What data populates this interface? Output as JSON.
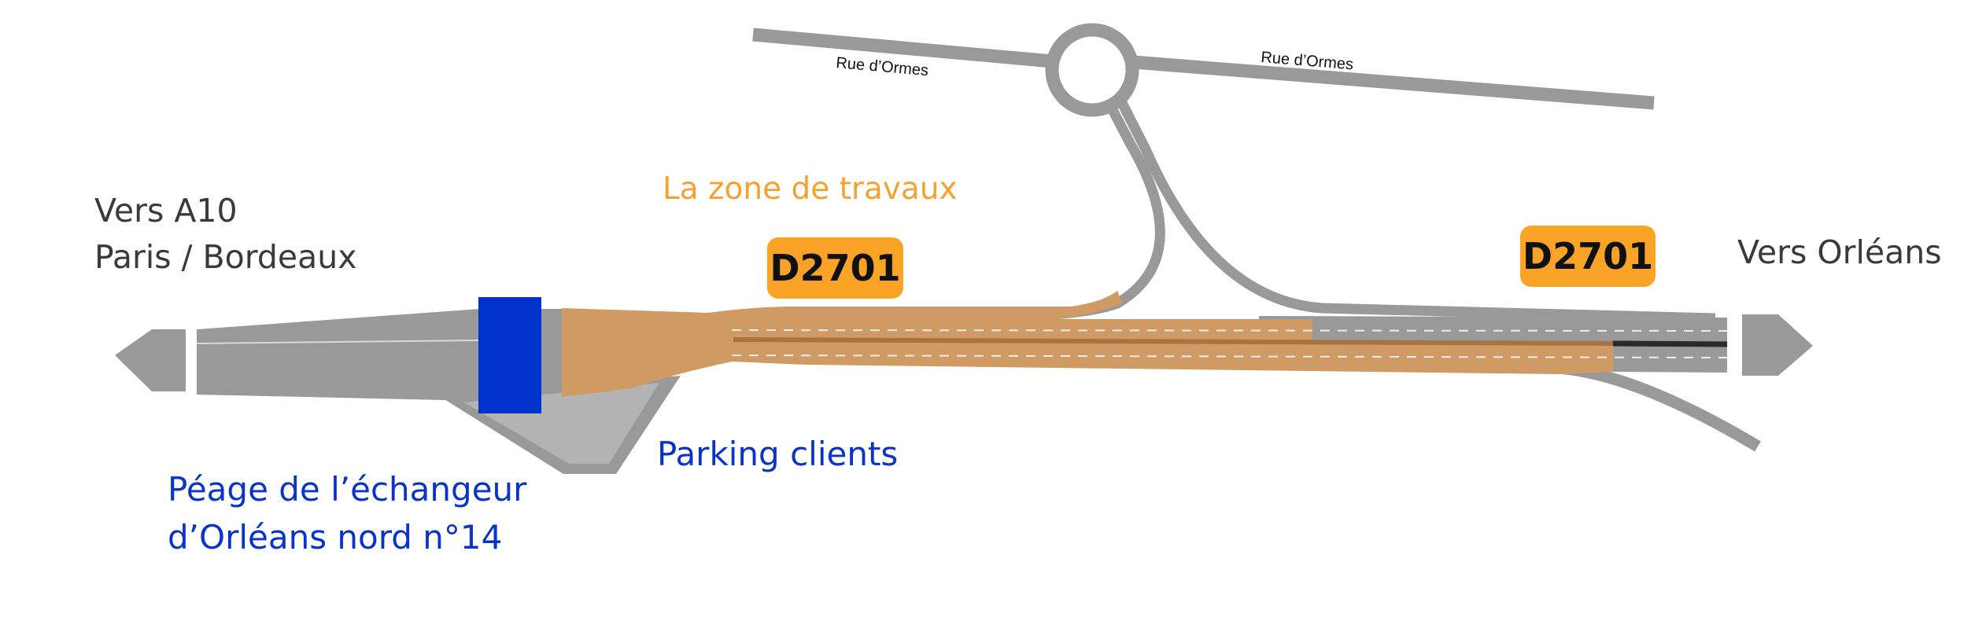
{
  "labels": {
    "west_line1": "Vers A10",
    "west_line2": "Paris / Bordeaux",
    "east": "Vers Orléans",
    "street_west": "Rue d’Ormes",
    "street_east": "Rue d’Ormes",
    "works_zone": "La zone de travaux",
    "parking": "Parking clients",
    "toll_line1": "Péage de l’échangeur",
    "toll_line2": "d’Orléans nord n°14"
  },
  "badges": {
    "road_west": "D2701",
    "road_east": "D2701"
  },
  "colors": {
    "road": "#999999",
    "works": "#cf9a64",
    "works_median": "#a97341",
    "badge": "#f9a427",
    "toll": "#0033cc",
    "parking_fill": "#b3b3b3",
    "label_blue": "#0a34c8",
    "label_orange": "#f4a233",
    "label_gray": "#3a3a3a"
  }
}
